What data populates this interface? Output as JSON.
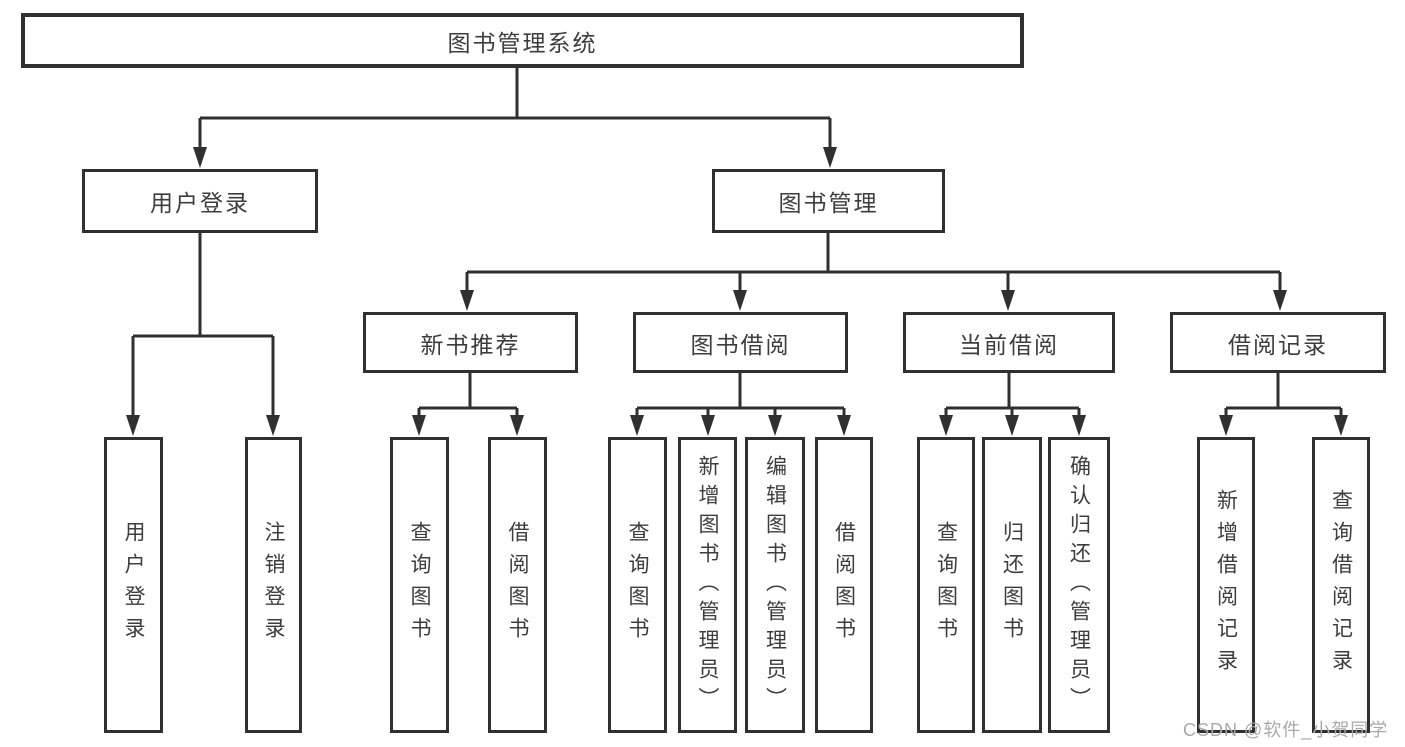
{
  "diagram": {
    "root": {
      "label": "图书管理系统"
    },
    "branches": [
      {
        "label": "用户登录",
        "parent": "图书管理系统"
      },
      {
        "label": "图书管理",
        "parent": "图书管理系统"
      }
    ],
    "categories": [
      {
        "label": "新书推荐",
        "parent": "图书管理"
      },
      {
        "label": "图书借阅",
        "parent": "图书管理"
      },
      {
        "label": "当前借阅",
        "parent": "图书管理"
      },
      {
        "label": "借阅记录",
        "parent": "图书管理"
      }
    ],
    "leaves": [
      {
        "label": "用户登录",
        "parent": "用户登录"
      },
      {
        "label": "注销登录",
        "parent": "用户登录"
      },
      {
        "label": "查询图书",
        "parent": "新书推荐"
      },
      {
        "label": "借阅图书",
        "parent": "新书推荐"
      },
      {
        "label": "查询图书",
        "parent": "图书借阅"
      },
      {
        "label": "新增图书（管理员）",
        "parent": "图书借阅"
      },
      {
        "label": "编辑图书（管理员）",
        "parent": "图书借阅"
      },
      {
        "label": "借阅图书",
        "parent": "图书借阅"
      },
      {
        "label": "查询图书",
        "parent": "当前借阅"
      },
      {
        "label": "归还图书",
        "parent": "当前借阅"
      },
      {
        "label": "确认归还（管理员）",
        "parent": "当前借阅"
      },
      {
        "label": "新增借阅记录",
        "parent": "借阅记录"
      },
      {
        "label": "查询借阅记录",
        "parent": "借阅记录"
      }
    ]
  },
  "watermark": {
    "label": "CSDN @软件_小贺同学"
  },
  "colors": {
    "line": "#303030",
    "text": "#3d3d3d",
    "watermark": "#a9a9a9",
    "background": "#ffffff"
  }
}
